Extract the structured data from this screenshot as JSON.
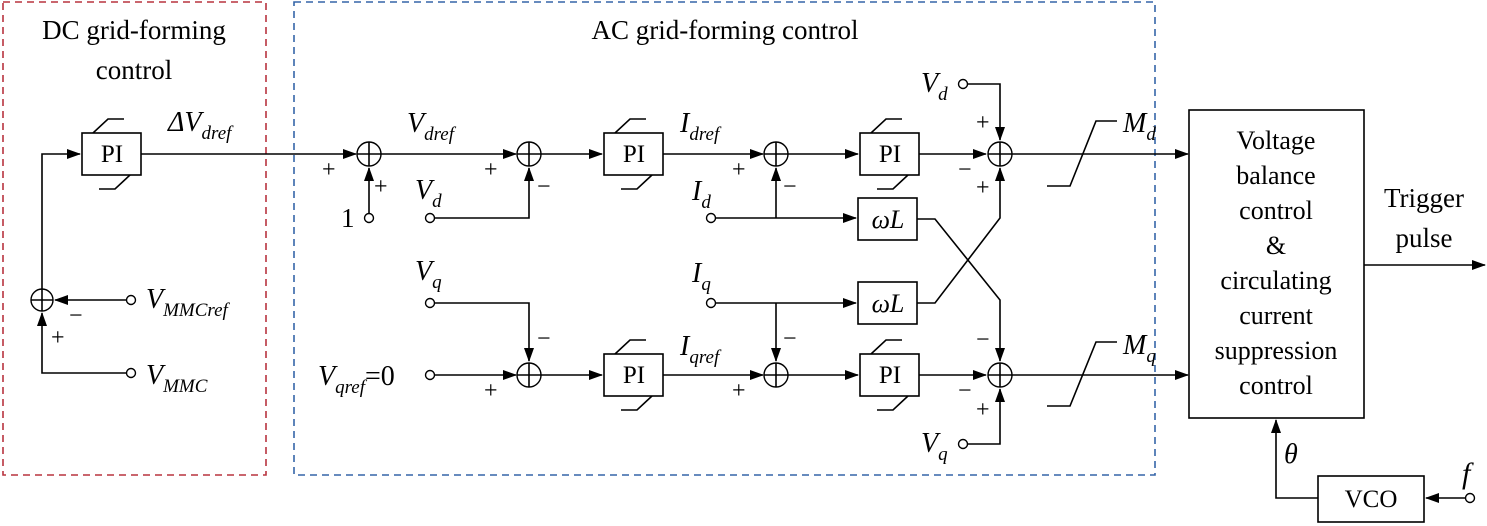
{
  "regions": {
    "dc_title_line1": "DC grid-forming",
    "dc_title_line2": "control",
    "ac_title": "AC grid-forming control",
    "dc_border_color": "#b8333f",
    "ac_border_color": "#3565a8"
  },
  "blocks": {
    "pi": "PI",
    "omega_l": "ωL",
    "vco": "VCO",
    "balance_lines": [
      "Voltage",
      "balance",
      "control",
      "&",
      "circulating",
      "current",
      "suppression",
      "control"
    ]
  },
  "signals": {
    "delta_vdref_prefix": "ΔV",
    "delta_vdref_sub": "dref",
    "vdref_main": "V",
    "vdref_sub": "dref",
    "vd_main": "V",
    "vd_sub": "d",
    "vq_main": "V",
    "vq_sub": "q",
    "vqref_main": "V",
    "vqref_sub": "qref",
    "vqref_value": "=0",
    "idref_main": "I",
    "idref_sub": "dref",
    "iqref_main": "I",
    "iqref_sub": "qref",
    "id_main": "I",
    "id_sub": "d",
    "iq_main": "I",
    "iq_sub": "q",
    "md_main": "M",
    "md_sub": "d",
    "mq_main": "M",
    "mq_sub": "q",
    "vmmcref_main": "V",
    "vmmcref_sub": "MMCref",
    "vmmc_main": "V",
    "vmmc_sub": "MMC",
    "one": "1",
    "theta": "θ",
    "f": "f",
    "trigger_line1": "Trigger",
    "trigger_line2": "pulse"
  },
  "signs": {
    "plus": "+",
    "minus": "−"
  }
}
